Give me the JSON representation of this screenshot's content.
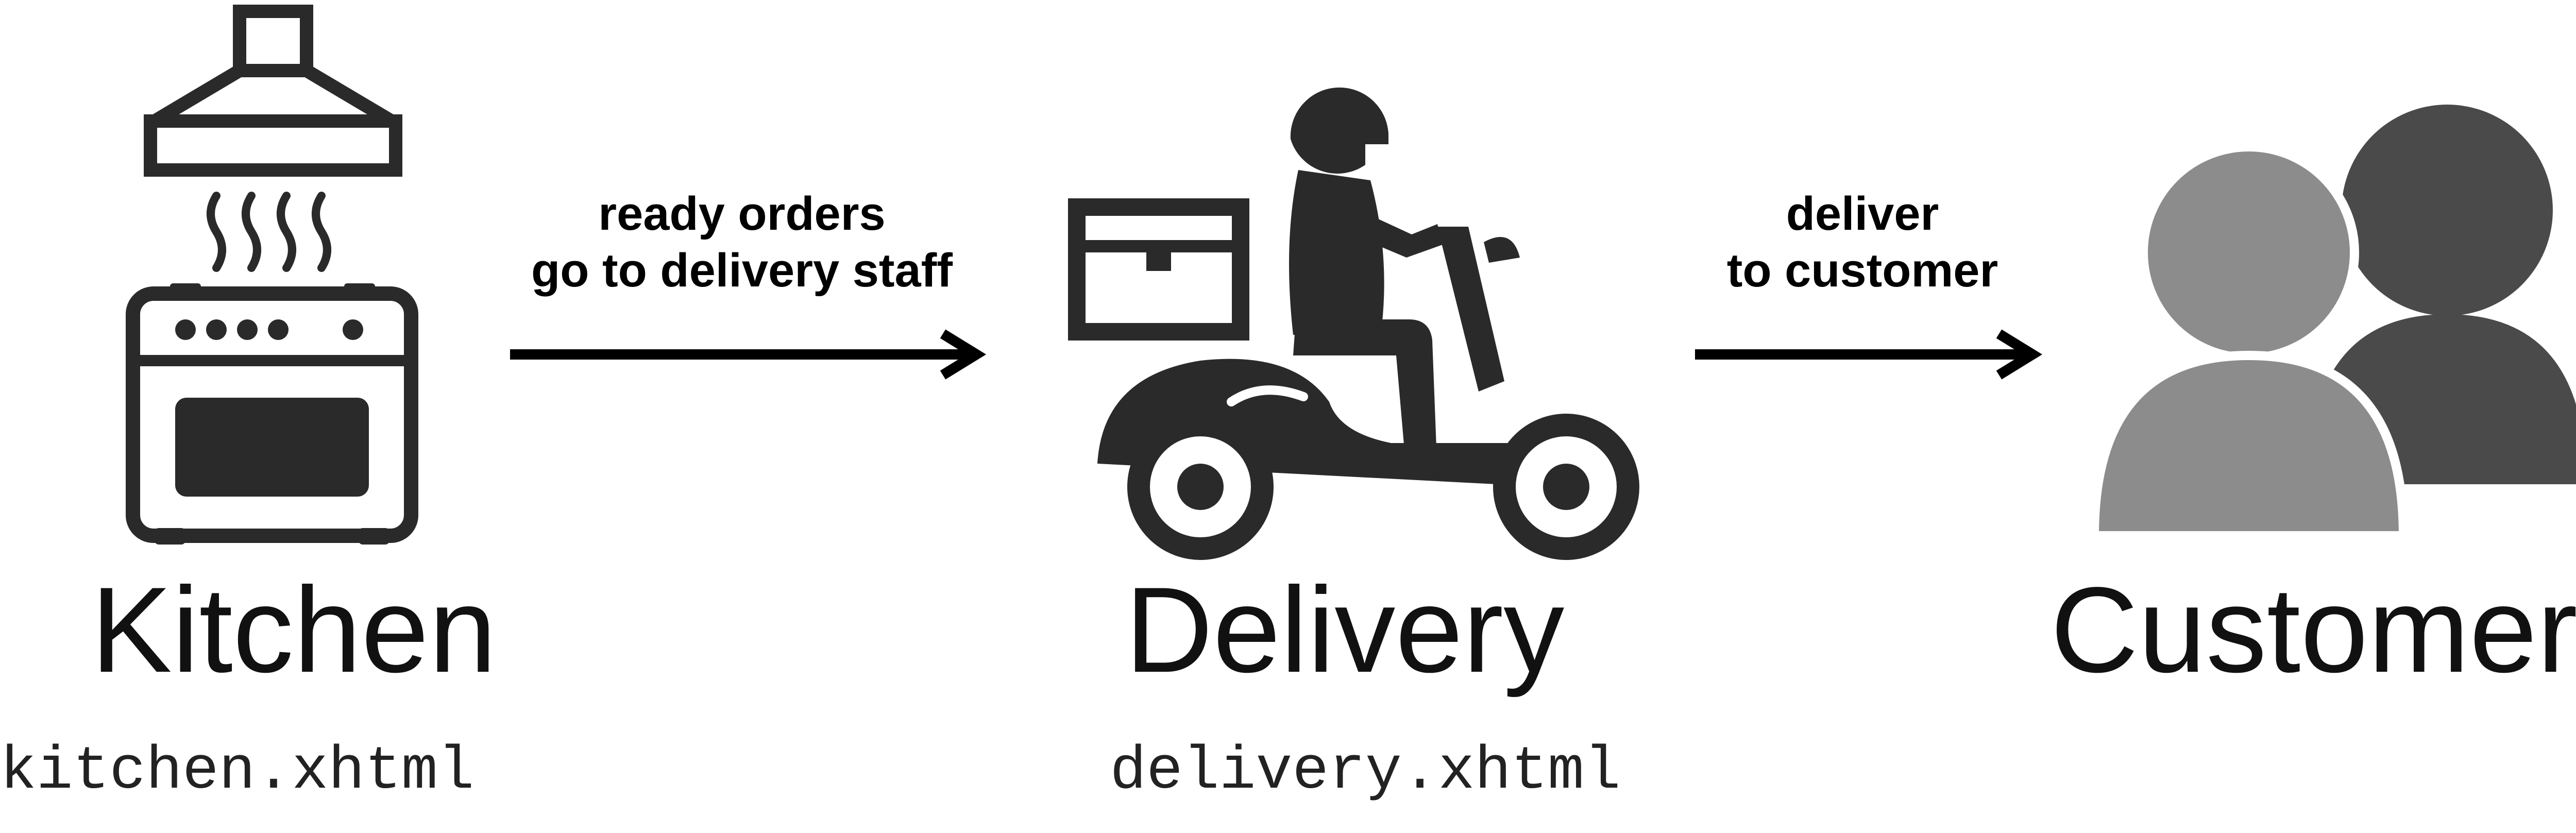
{
  "nodes": [
    {
      "title": "Kitchen",
      "file": "kitchen.xhtml",
      "icon": "kitchen-stove-icon"
    },
    {
      "title": "Delivery",
      "file": "delivery.xhtml",
      "icon": "delivery-scooter-icon"
    },
    {
      "title": "Customer",
      "file": "",
      "icon": "customers-icon"
    }
  ],
  "arrows": [
    {
      "line1": "ready orders",
      "line2": "go to delivery staff"
    },
    {
      "line1": "deliver",
      "line2": "to customer"
    }
  ],
  "colors": {
    "icon_dark": "#2a2a2a",
    "customer_back": "#4a4a4a",
    "customer_front": "#8c8c8c"
  }
}
